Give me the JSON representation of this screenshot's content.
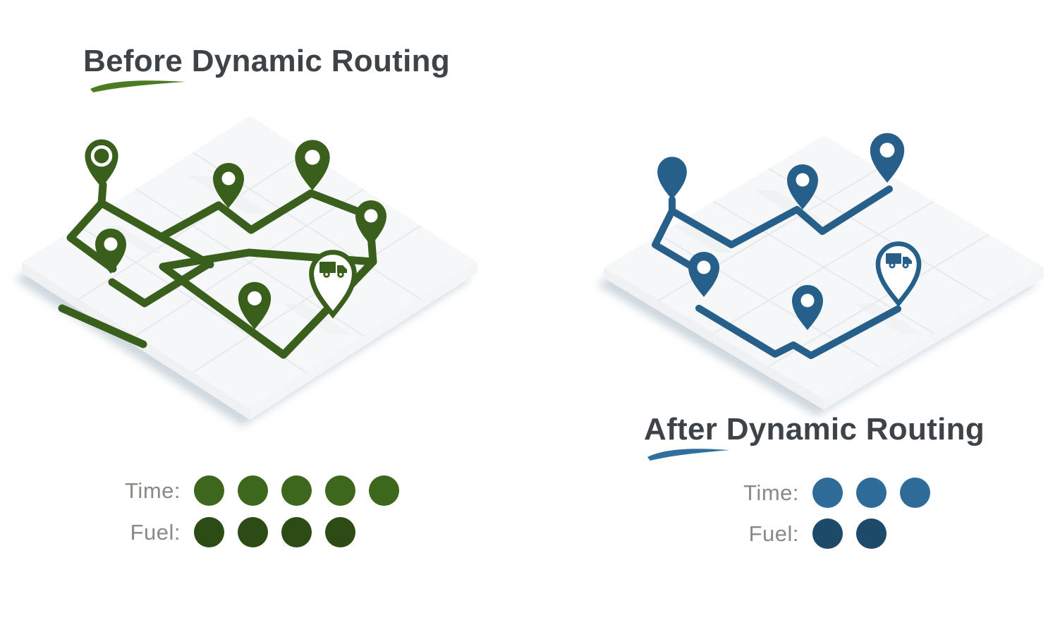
{
  "canvas": {
    "background_color": "#ffffff"
  },
  "before": {
    "title": "Before Dynamic Routing",
    "accent_color": "#4c7a22",
    "map_color": "#3a5f1d",
    "stop_pin_count": 6,
    "vehicle_icon": "truck-icon",
    "metrics": [
      {
        "label": "Time:",
        "dots": 5,
        "dot_color": "#3d671d"
      },
      {
        "label": "Fuel:",
        "dots": 4,
        "dot_color": "#2c4b15"
      }
    ]
  },
  "after": {
    "title": "After Dynamic Routing",
    "accent_color": "#2e6f9e",
    "map_color": "#26608a",
    "stop_pin_count": 5,
    "vehicle_icon": "truck-icon",
    "metrics": [
      {
        "label": "Time:",
        "dots": 3,
        "dot_color": "#2e6b99"
      },
      {
        "label": "Fuel:",
        "dots": 2,
        "dot_color": "#1e4a6a"
      }
    ]
  }
}
